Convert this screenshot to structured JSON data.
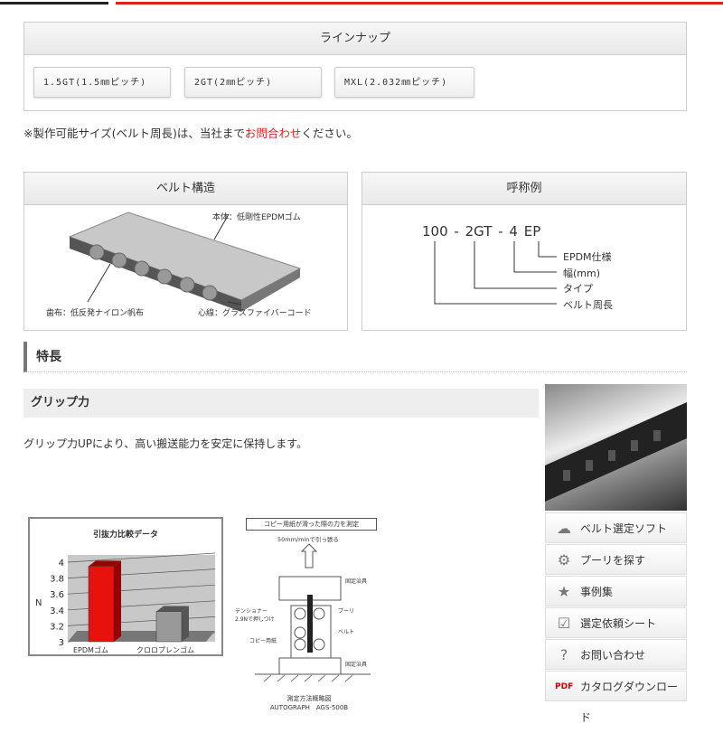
{
  "lineup": {
    "title": "ラインナップ",
    "buttons": [
      "1.5GT(1.5㎜ピッチ)",
      "2GT(2㎜ピッチ)",
      "MXL(2.032㎜ピッチ)"
    ]
  },
  "note": {
    "before": "※製作可能サイズ(ベルト周長)は、当社まで",
    "link": "お問合わせ",
    "after": "ください。"
  },
  "structure": {
    "title": "ベルト構造",
    "body": "本体：低剛性EPDMゴム",
    "tooth": "歯布：低反発ナイロン帆布",
    "cord": "心線：グラスファイバーコード"
  },
  "naming": {
    "title": "呼称例",
    "code": [
      "100",
      "-",
      "2GT",
      "-",
      "4",
      "EP"
    ],
    "labels": [
      "EPDM仕様",
      "幅(mm)",
      "タイプ",
      "ベルト周長"
    ]
  },
  "features": {
    "title": "特長",
    "grip_title": "グリップ力",
    "grip_text": "グリップ力UPにより、高い搬送能力を安定に保持します。"
  },
  "chart_data": {
    "type": "bar",
    "title": "引抜力比較データ",
    "ylabel": "N",
    "categories": [
      "EPDMゴム",
      "クロロプレンゴム"
    ],
    "values": [
      3.95,
      3.38
    ],
    "ylim": [
      3,
      4
    ],
    "yticks": [
      "3",
      "3.2",
      "3.4",
      "3.6",
      "3.8",
      "4"
    ],
    "colors": [
      "#e8120c",
      "#999999"
    ],
    "grid": true
  },
  "diagram": {
    "top": "コピー用紙が滑った際の力を測定",
    "pull": "50mm/minで引っ張る",
    "fix1": "固定治具",
    "pulley": "プーリ",
    "tensioner": "テンショナー 2.9Nで押しつけ",
    "belt": "ベルト",
    "paper": "コピー用紙",
    "fix2": "固定治具",
    "caption1": "測定方法概略図",
    "caption2": "AUTOGRAPH　AGS-500B"
  },
  "sidebar": [
    {
      "label": "ベルト選定ソフト",
      "icon": "cloud-icon"
    },
    {
      "label": "プーリを探す",
      "icon": "gear-icon"
    },
    {
      "label": "事例集",
      "icon": "star-icon"
    },
    {
      "label": "選定依頼シート",
      "icon": "checklist-icon"
    },
    {
      "label": "お問い合わせ",
      "icon": "question-icon"
    },
    {
      "label": "カタログダウンロード",
      "icon": "pdf-icon"
    }
  ]
}
